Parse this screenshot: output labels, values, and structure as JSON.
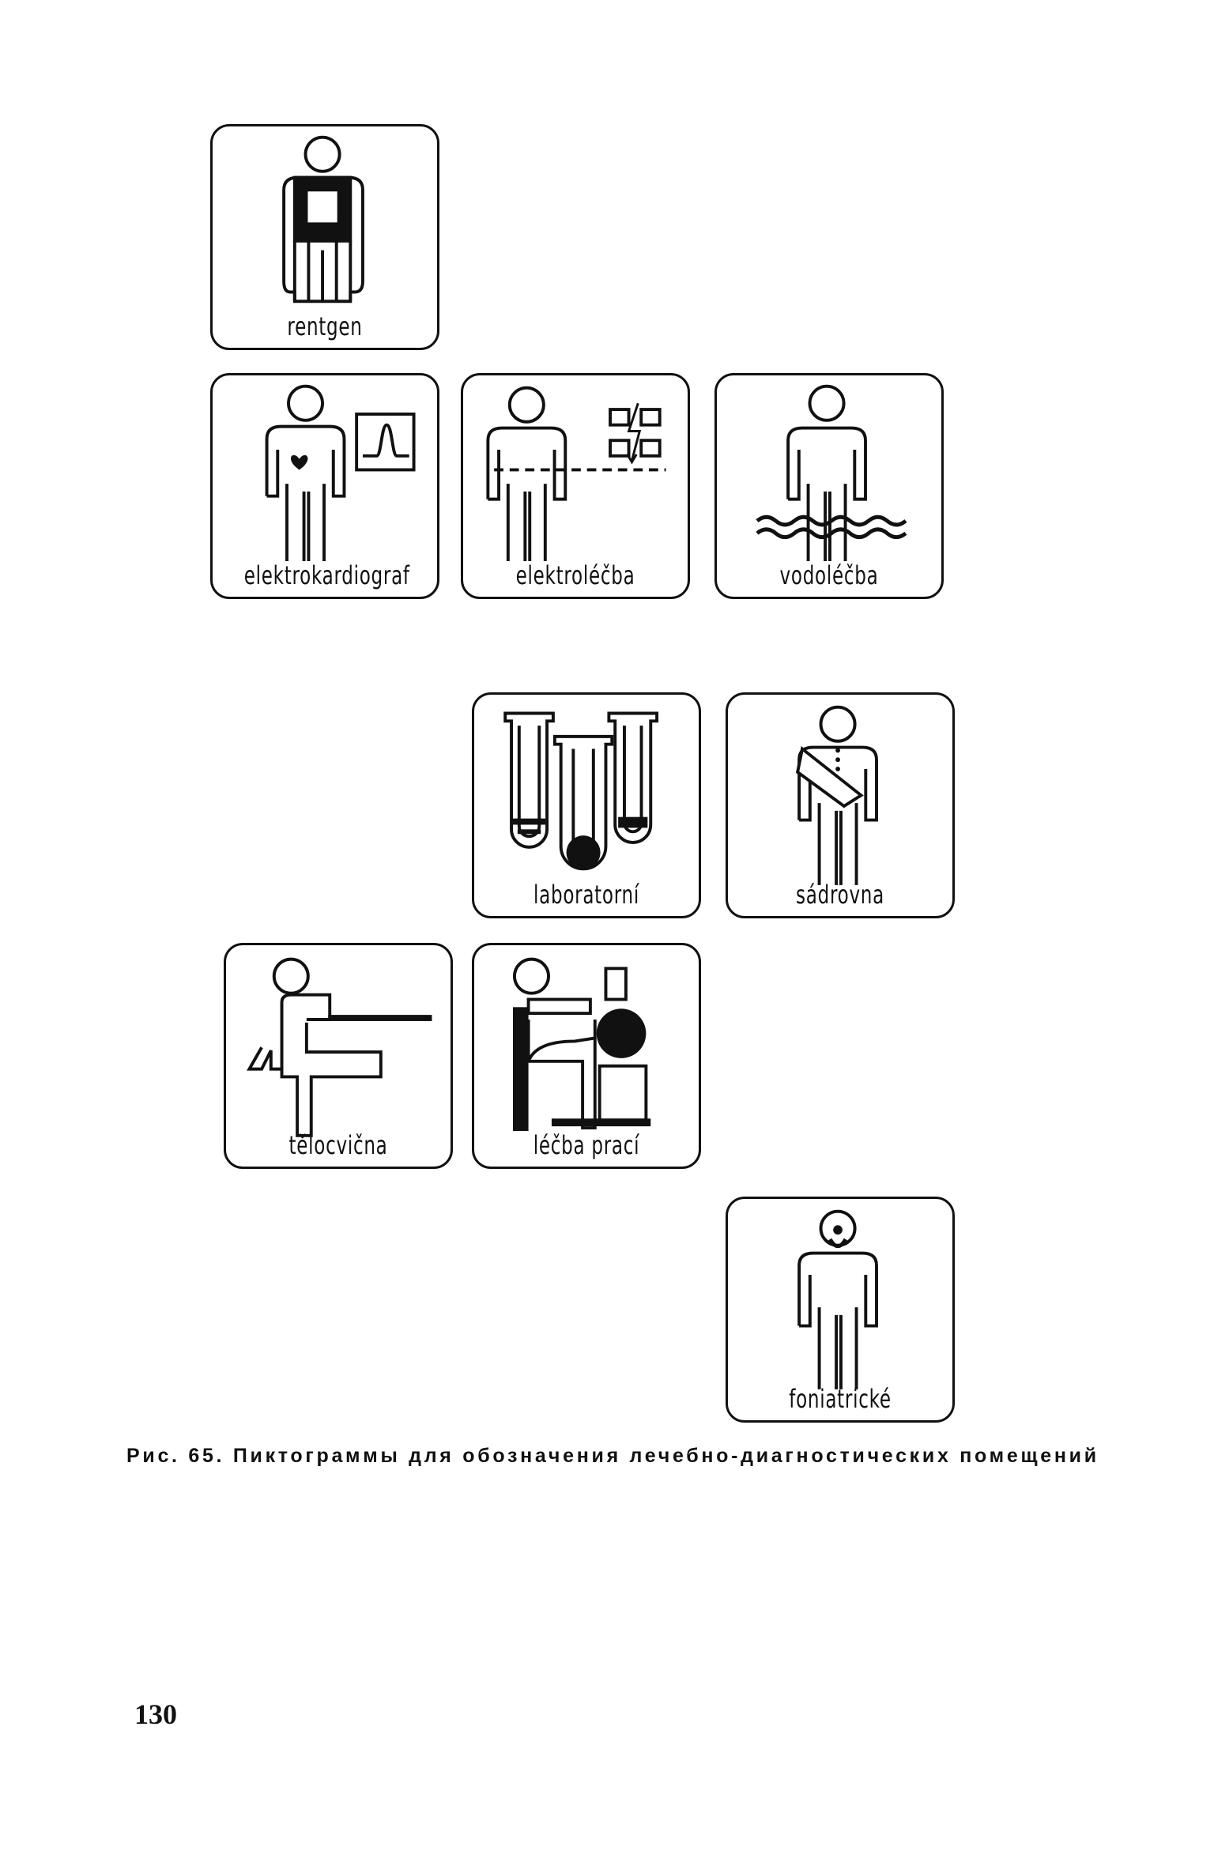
{
  "pictograms": {
    "rentgen": {
      "label": "rentgen",
      "icon": "x-ray-icon"
    },
    "elektrokardiograf": {
      "label": "elektrokardiograf",
      "icon": "ecg-icon"
    },
    "elektrolecba": {
      "label": "elektroléčba",
      "icon": "electrotherapy-icon"
    },
    "vodolecba": {
      "label": "vodoléčba",
      "icon": "hydrotherapy-icon"
    },
    "laboratorni": {
      "label": "laboratorní",
      "icon": "test-tubes-icon"
    },
    "sadrovna": {
      "label": "sádrovna",
      "icon": "plaster-cast-icon"
    },
    "telocvicna": {
      "label": "tělocvična",
      "icon": "gym-icon"
    },
    "lecba_praci": {
      "label": "léčba prací",
      "icon": "occupational-therapy-icon"
    },
    "foniatricke": {
      "label": "foniatrické",
      "icon": "phoniatrics-icon"
    }
  },
  "caption": "Рис. 65. Пиктограммы для обозначения лечебно-диагностических помещений",
  "page_number": "130"
}
